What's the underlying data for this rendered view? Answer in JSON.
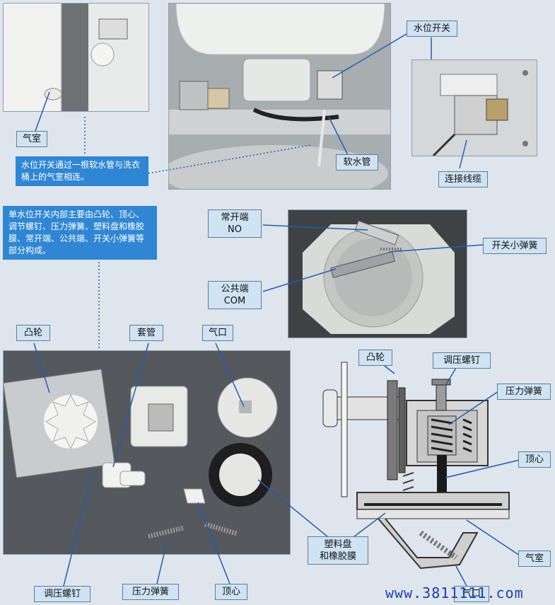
{
  "labels": {
    "air_chamber_top": "气室",
    "water_level_switch": "水位开关",
    "soft_hose": "软水管",
    "cable": "连接线缆",
    "normally_open": "常开端\nNO",
    "small_spring": "开关小弹簧",
    "common": "公共端\nCOM",
    "cam_photo": "凸轮",
    "sleeve": "套管",
    "air_port": "气口",
    "adjust_screw_photo": "调压螺钉",
    "pressure_spring_photo": "压力弹簧",
    "plunger_photo": "顶心",
    "cam_diagram": "凸轮",
    "adjust_screw_diagram": "调压螺钉",
    "pressure_spring_diagram": "压力弹簧",
    "plunger_diagram": "顶心",
    "disc_membrane": "塑料盘\n和橡胶膜",
    "air_chamber_diagram": "气室",
    "air_port_diagram": "气口"
  },
  "notes": {
    "hose_note": "水位开关通过一根软水管与洗衣桶上的气室相连。",
    "structure_note": "单水位开关内部主要由凸轮、顶心、调节螺钉、压力弹簧、塑料盘和橡胶膜、常开端、公共端、开关小弹簧等部分构成。"
  },
  "watermark": "www.3811111.com"
}
